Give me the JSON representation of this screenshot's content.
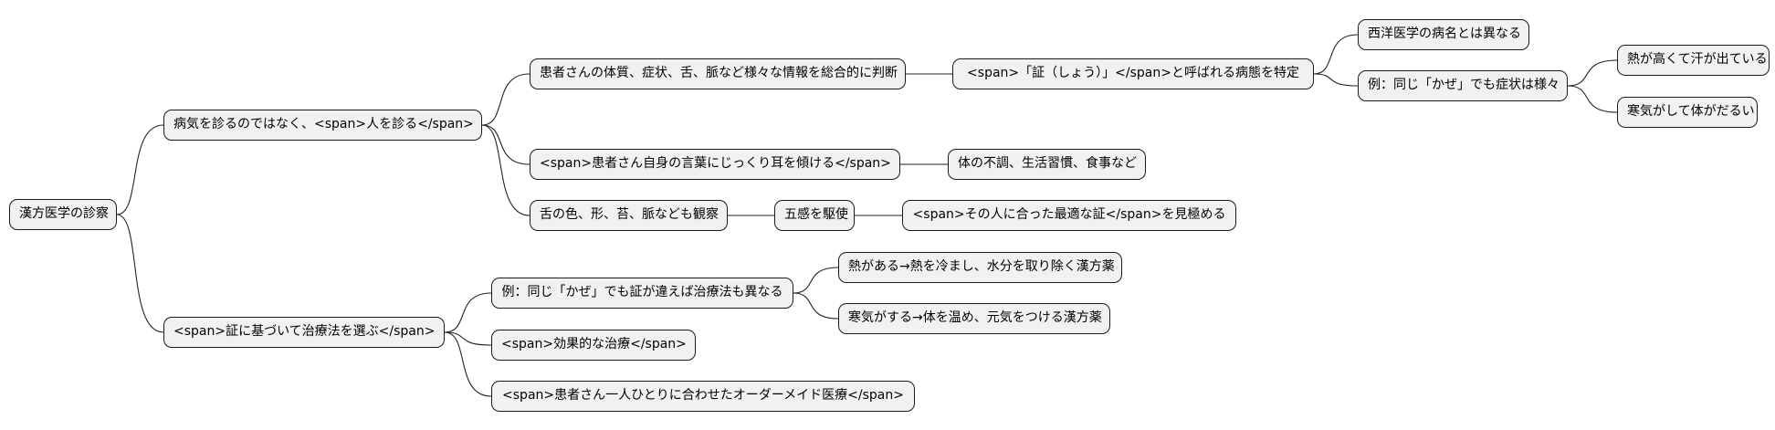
{
  "mindmap": {
    "root": "漢方医学の診察",
    "n1": "病気を診るのではなく、<span>人を診る</span>",
    "n1_1": "患者さんの体質、症状、舌、脈など様々な情報を総合的に判断",
    "n1_1_1": "<span>「証（しょう）」</span>と呼ばれる病態を特定",
    "n1_1_1_1": "西洋医学の病名とは異なる",
    "n1_1_1_2": "例：同じ「かぜ」でも症状は様々",
    "n1_1_1_2_1": "熱が高くて汗が出ている",
    "n1_1_1_2_2": "寒気がして体がだるい",
    "n1_2": "<span>患者さん自身の言葉にじっくり耳を傾ける</span>",
    "n1_2_1": "体の不調、生活習慣、食事など",
    "n1_3": "舌の色、形、苔、脈なども観察",
    "n1_3_1": "五感を駆使",
    "n1_3_1_1": "<span>その人に合った最適な証</span>を見極める",
    "n2": "<span>証に基づいて治療法を選ぶ</span>",
    "n2_1": "例：同じ「かぜ」でも証が違えば治療法も異なる",
    "n2_1_1": "熱がある→熱を冷まし、水分を取り除く漢方薬",
    "n2_1_2": "寒気がする→体を温め、元気をつける漢方薬",
    "n2_2": "<span>効果的な治療</span>",
    "n2_3": "<span>患者さん一人ひとりに合わせたオーダーメイド医療</span>"
  }
}
